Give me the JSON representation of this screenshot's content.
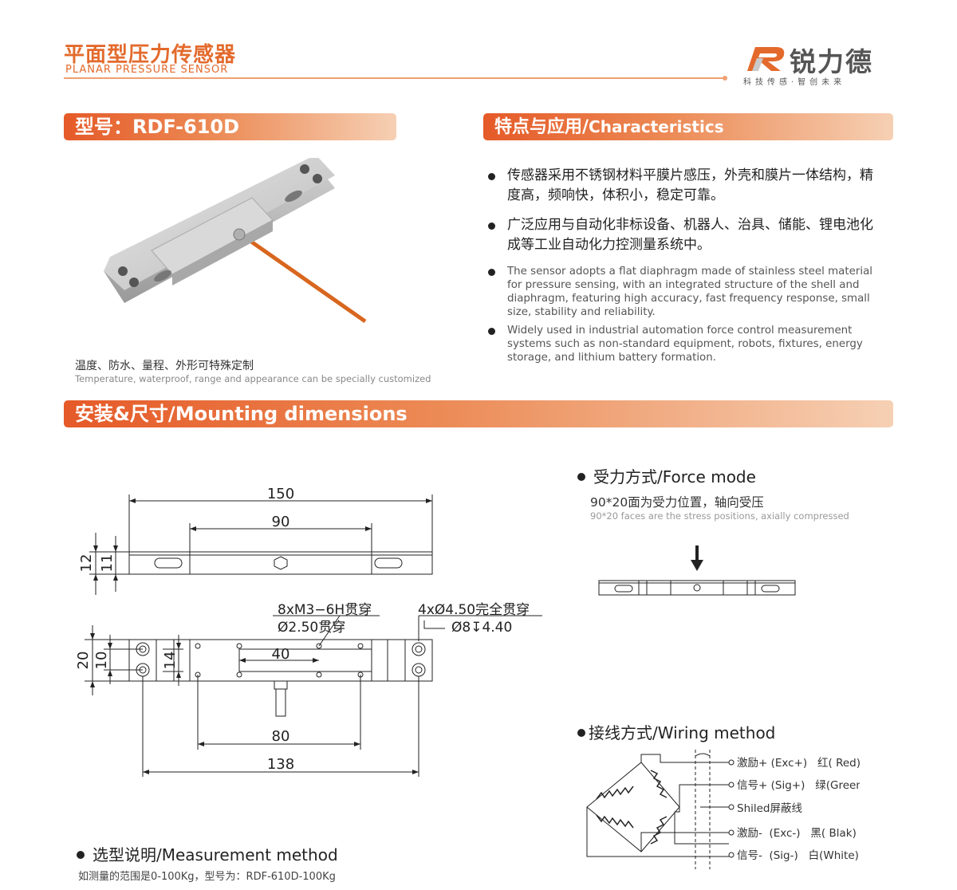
{
  "header": {
    "title_cn": "平面型压力传感器",
    "title_en": "PLANAR PRESSURE SENSOR",
    "brand_name": "锐力德",
    "brand_slogan": "科技传感·智创未来",
    "accent_color": "#e36a2c"
  },
  "model_banner": {
    "label": "型号：RDF-610D"
  },
  "features_banner": {
    "label_cn": "特点与应用/",
    "label_en": "Characteristics"
  },
  "features": {
    "cn": [
      "传感器采用不锈钢材料平膜片感压，外壳和膜片一体结构，精度高，频响快，体积小，稳定可靠。",
      "广泛应用与自动化非标设备、机器人、治具、储能、锂电池化成等工业自动化力控测量系统中。"
    ],
    "en": [
      "The sensor adopts a flat diaphragm made of stainless steel material for pressure sensing, with an integrated structure of the shell and diaphragm, featuring high accuracy, fast frequency response, small size, stability and reliability.",
      "Widely used in industrial automation force control measurement systems such as non-standard equipment, robots, fixtures, energy storage, and lithium battery formation."
    ]
  },
  "customization": {
    "cn": "温度、防水、量程、外形可特殊定制",
    "en": "Temperature, waterproof, range and appearance can be specially customized"
  },
  "mounting_banner": {
    "label": "安装&尺寸/Mounting dimensions"
  },
  "dimensions": {
    "side_length": "150",
    "side_inner": "90",
    "side_height_outer": "12",
    "side_height_inner": "11",
    "top_width": "20",
    "top_hole_pitch": "10",
    "top_inner": "14",
    "top_hole_span": "40",
    "bottom_span_80": "80",
    "bottom_span_138": "138",
    "note_m3": "8xM3−6H贯穿",
    "note_m3_hole": "Ø2.50贯穿",
    "note_4x": "4xØ4.50完全贯穿",
    "note_counterbore": "Ø8↧4.40"
  },
  "force_mode": {
    "title": "受力方式/Force mode",
    "desc_cn": "90*20面为受力位置，轴向受压",
    "desc_en": "90*20 faces are the stress positions, axially compressed"
  },
  "wiring": {
    "title": "接线方式/Wiring method",
    "lines": [
      "激励+ (Exc+)   红( Red)",
      "信号+ (Sig+)   绿(Green)",
      "Shiled屏蔽线",
      "激励-  (Exc-)   黑( Blak)",
      "信号-  (Sig-)   白(White)"
    ]
  },
  "measurement": {
    "title": "选型说明/Measurement method",
    "desc": "如测量的范围是0-100Kg，型号为：RDF-610D-100Kg"
  }
}
